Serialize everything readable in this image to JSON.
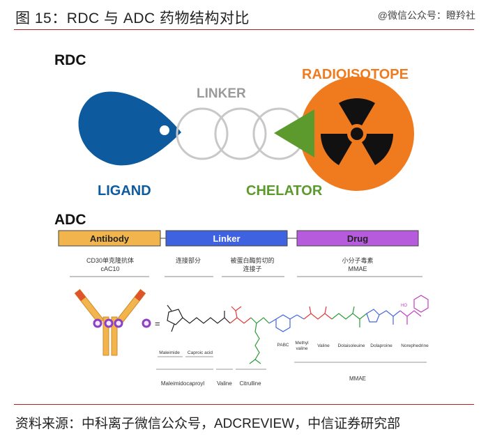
{
  "header": {
    "figure_title": "图 15：RDC 与 ADC 药物结构对比",
    "watermark": "@微信公众号：瞪羚社"
  },
  "rdc": {
    "heading": "RDC",
    "linker": "LINKER",
    "radioisotope": "RADIOISOTOPE",
    "ligand": "LIGAND",
    "chelator": "CHELATOR",
    "colors": {
      "ligand": "#0d5a9e",
      "linker_ring": "#c8c8c8",
      "chelator": "#5c9a2e",
      "radioisotope": "#f07a1e"
    }
  },
  "adc": {
    "heading": "ADC",
    "bar_antibody": "Antibody",
    "bar_linker": "Linker",
    "bar_drug": "Drug",
    "cap_antibody_line1": "CD30单克隆抗体",
    "cap_antibody_line2": "cAC10",
    "cap_connector": "连接部分",
    "cap_cleavable_line1": "被蛋白酶剪切的",
    "cap_cleavable_line2": "连接子",
    "cap_drug_line1": "小分子毒素",
    "cap_drug_line2": "MMAE",
    "label_pabc": "PABC",
    "label_maleimide": "Maleimide",
    "label_caproic": "Caproic acid",
    "label_methylvaline_1": "Methyl",
    "label_methylvaline_2": "valine",
    "label_valine_drug": "Valine",
    "label_dolaisoleuine": "Dolaisoleuine",
    "label_dolaproine": "Dolaproine",
    "label_norephedrine": "Norephedrine",
    "label_maleimidocaproyl": "Maleimidocaproyl",
    "label_valine_linker": "Valine",
    "label_citrulline": "Citrulline",
    "label_mmae": "MMAE",
    "label_equals": "=",
    "colors": {
      "antibody_bar": "#f2b54e",
      "linker_bar": "#3f63e0",
      "drug_bar": "#b65bdc"
    }
  },
  "footer": {
    "source": "资料来源：中科离子微信公众号，ADCREVIEW，中信证券研究部"
  }
}
